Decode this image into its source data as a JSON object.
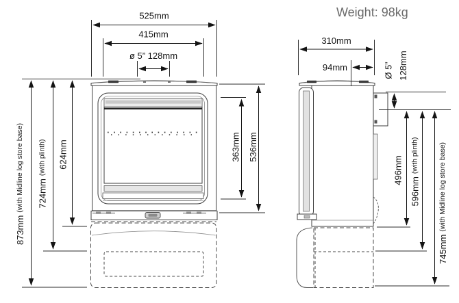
{
  "header": {
    "weight": "Weight: 98kg"
  },
  "front": {
    "width_overall": "525mm",
    "width_door": "415mm",
    "flue": "ø 5” 128mm",
    "h_logstore": {
      "value": "873mm",
      "suffix": "(with Midline log store base)"
    },
    "h_plinth": {
      "value": "724mm",
      "suffix": "(with plinth)"
    },
    "h_stove": "624mm",
    "h_glass": "363mm",
    "h_door": "536mm"
  },
  "side": {
    "depth_overall": "310mm",
    "flue_rear_offset": "94mm",
    "flue_dia": "Ø 5”",
    "flue_drop": "128mm",
    "h_flue_stove": "496mm",
    "h_flue_plinth": {
      "value": "596mm",
      "suffix": "(with plinth)"
    },
    "h_flue_logstore": {
      "value": "745mm",
      "suffix": "(with Midline log store base)"
    }
  }
}
